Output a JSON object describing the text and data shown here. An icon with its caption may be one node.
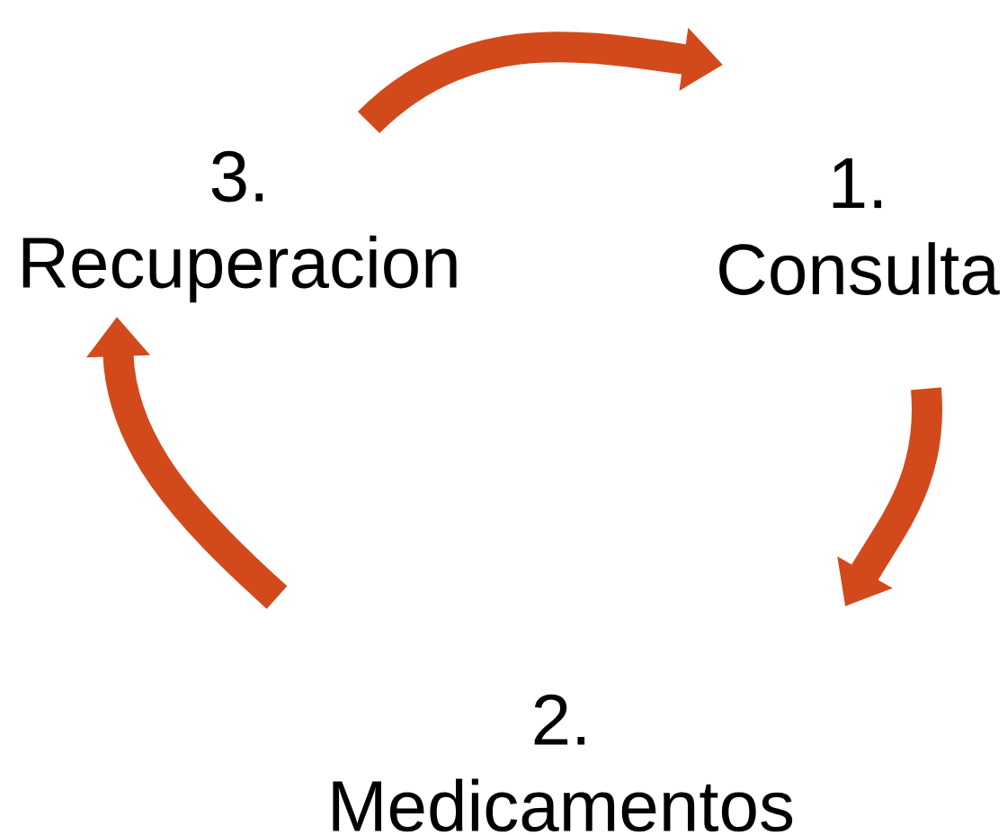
{
  "diagram": {
    "nodes": [
      {
        "text": [
          "1. Consulta"
        ]
      },
      {
        "text": [
          "2. Medicamentos"
        ]
      },
      {
        "text": [
          "3. Recuperacion"
        ]
      }
    ],
    "edges": [
      {
        "from": 2,
        "to": 0,
        "arrow": "to"
      },
      {
        "from": 0,
        "to": 1,
        "arrow": "to"
      },
      {
        "from": 1,
        "to": 2,
        "arrow": "to"
      }
    ]
  }
}
